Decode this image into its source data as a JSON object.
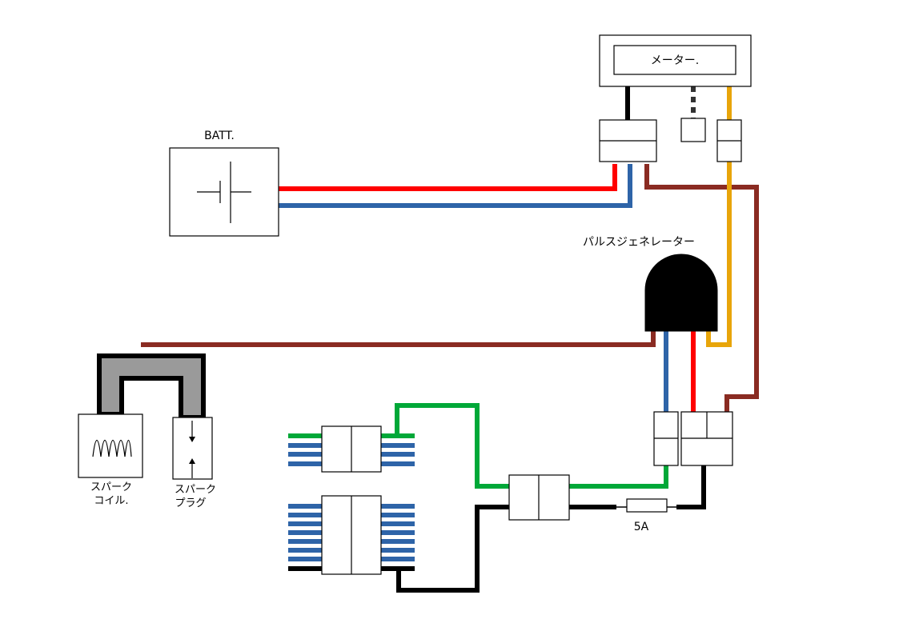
{
  "labels": {
    "battery": "BATT.",
    "meter": "メーター.",
    "pulse_generator": "パルスジェネレーター",
    "spark_coil_line1": "スパーク",
    "spark_coil_line2": "コイル.",
    "spark_plug_line1": "スパーク",
    "spark_plug_line2": "プラグ",
    "fuse": "5A"
  },
  "colors": {
    "red": "#ff0000",
    "blue": "#2e64a8",
    "brown": "#8a2b22",
    "yellow": "#e8a50a",
    "green": "#00a838",
    "black": "#000000",
    "grey": "#9a9a9a"
  }
}
